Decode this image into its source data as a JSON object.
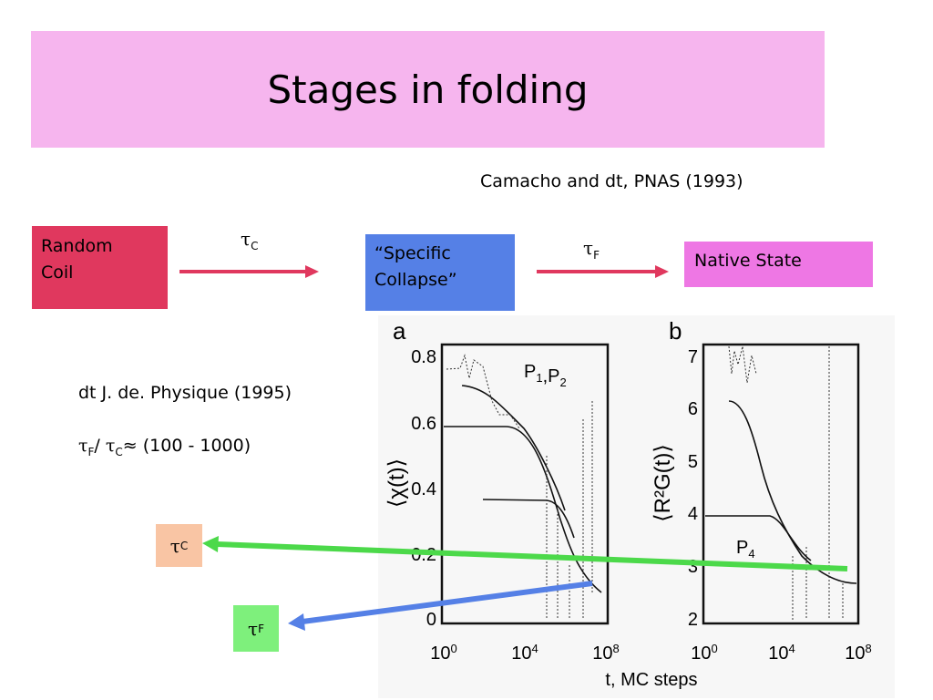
{
  "slide": {
    "title": "Stages in folding",
    "citation": "Camacho and dt, PNAS (1993)",
    "second_reference": "dt  J. de. Physique (1995)"
  },
  "flow": {
    "random_coil_lines": [
      "Random",
      "Coil"
    ],
    "specific_collapse_lines": [
      "“Specific",
      "Collapse”"
    ],
    "native_state": "Native State",
    "arrow_color": "#e0385e"
  },
  "symbols": {
    "tau": "τ",
    "sub_c": "C",
    "sub_f": "F",
    "ratio_suffix": "≈ (100 - 1000)",
    "slash": "/ "
  },
  "callouts": {
    "green_arrow_color": "#4cd94a",
    "blue_arrow_color": "#5580e6"
  },
  "figure": {
    "panel_a_label": "a",
    "panel_b_label": "b",
    "annotation_p12": "P1,P2",
    "annotation_p4": "P4",
    "xlabel": "t, MC steps",
    "panel_a_yticks": [
      "0.8",
      "0.6",
      "0.4",
      "0.2",
      "0"
    ],
    "panel_b_yticks": [
      "7",
      "6",
      "5",
      "4",
      "3",
      "2"
    ],
    "xticks": [
      "10^0",
      "10^4",
      "10^8"
    ]
  }
}
